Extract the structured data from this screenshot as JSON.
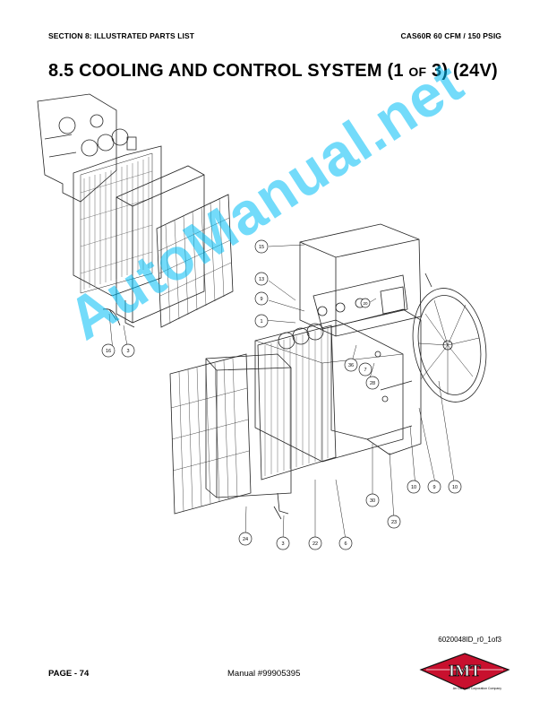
{
  "header": {
    "section": "SECTION 8: ILLUSTRATED PARTS LIST",
    "model": "CAS60R 60 CFM / 150 PSIG"
  },
  "title": {
    "main": "8.5 COOLING AND CONTROL SYSTEM (1 ",
    "small": "OF",
    "rest": " 3) (24V)"
  },
  "callouts": [
    "15",
    "13",
    "9",
    "1",
    "16",
    "3",
    "20",
    "7",
    "36",
    "28",
    "10",
    "9",
    "10",
    "30",
    "23",
    "24",
    "3",
    "22",
    "6"
  ],
  "drawing_id": "6020048ID_r0_1of3",
  "footer": {
    "page": "PAGE - 74",
    "manual": "Manual #99905395"
  },
  "logo": {
    "text": "IMT",
    "tagline": "An Oshkosh Corporation Company",
    "color": "#c8102e"
  },
  "watermark": "AutoManual.net",
  "watermark_color": "#00bef5"
}
